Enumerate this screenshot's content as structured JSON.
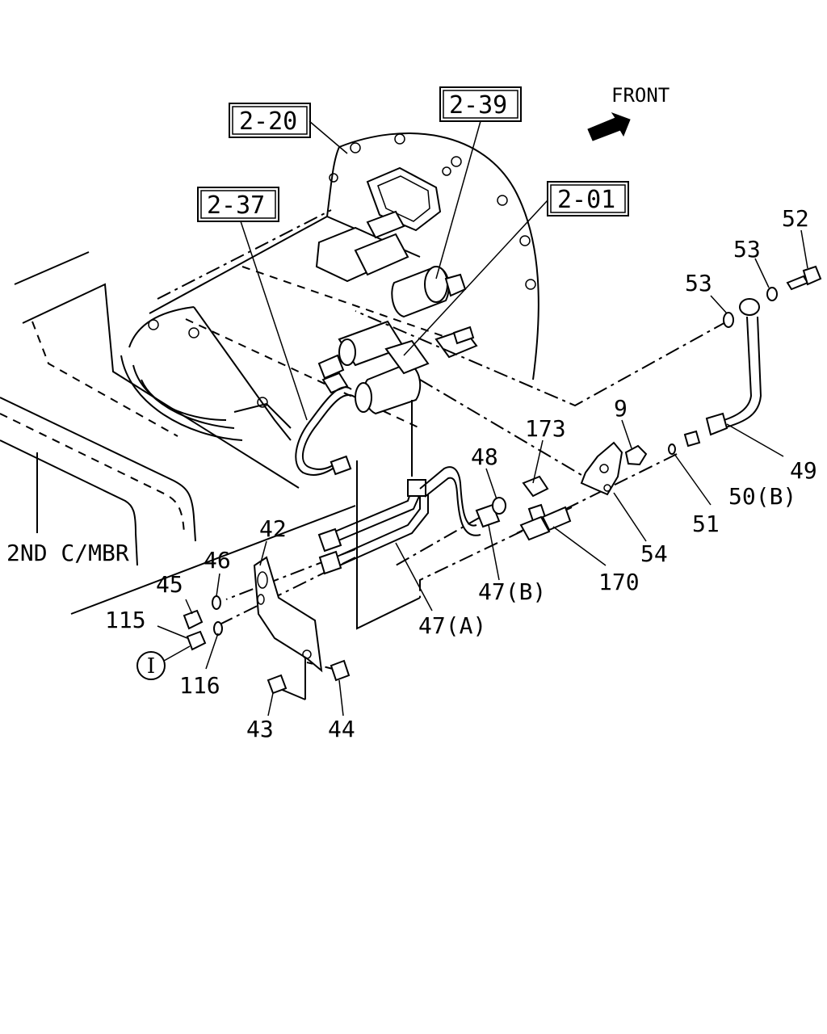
{
  "front": {
    "label": "FRONT",
    "icon": "front-arrow-icon"
  },
  "refs": {
    "r2_20": "2-20",
    "r2_39": "2-39",
    "r2_37": "2-37",
    "r2_01": "2-01"
  },
  "member": "2ND C/MBR",
  "circle_mark": "I",
  "parts": {
    "p52": "52",
    "p53a": "53",
    "p53b": "53",
    "p9": "9",
    "p173": "173",
    "p48": "48",
    "p49": "49",
    "p50b": "50(B)",
    "p51": "51",
    "p54": "54",
    "p42": "42",
    "p46": "46",
    "p45": "45",
    "p115": "115",
    "p116": "116",
    "p47b": "47(B)",
    "p170": "170",
    "p47a": "47(A)",
    "p43": "43",
    "p44": "44"
  }
}
